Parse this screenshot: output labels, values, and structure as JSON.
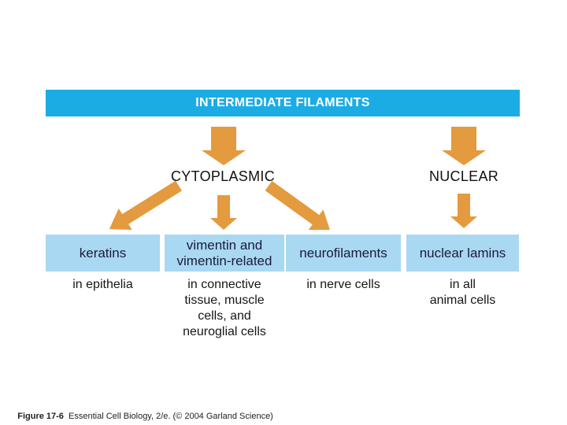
{
  "title": "INTERMEDIATE FILAMENTS",
  "branches": {
    "cytoplasmic": "CYTOPLASMIC",
    "nuclear": "NUCLEAR"
  },
  "types": [
    {
      "name": "keratins",
      "location": "in epithelia"
    },
    {
      "name": "vimentin and\nvimentin-related",
      "location": "in connective\ntissue, muscle\ncells, and\nneuroglial cells"
    },
    {
      "name": "neurofilaments",
      "location": "in nerve cells"
    },
    {
      "name": "nuclear lamins",
      "location": "in all\nanimal cells"
    }
  ],
  "caption": {
    "figure": "Figure 17-6",
    "source": "  Essential Cell Biology, 2/e. (© 2004 Garland Science)"
  },
  "colors": {
    "banner_bg": "#1bace4",
    "box_bg": "#a9d8f2",
    "arrow": "#e49a3e",
    "banner_text": "#ffffff",
    "box_text": "#1b1b3c"
  },
  "icons": [
    "down-arrow-icon",
    "diagonal-left-arrow-icon",
    "diagonal-right-arrow-icon"
  ]
}
